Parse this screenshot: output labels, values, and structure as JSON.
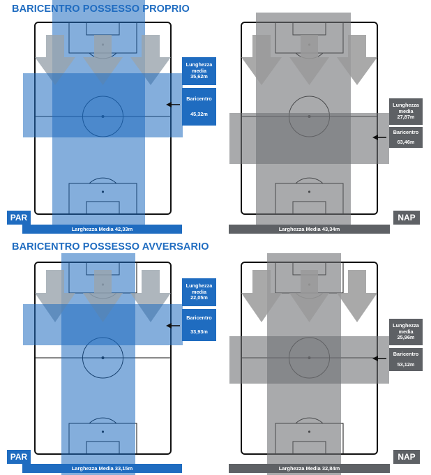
{
  "colors": {
    "par_accent": "#1f6cc0",
    "par_band": "#1f6cc0",
    "nap_accent": "#5e6165",
    "nap_band": "#6f7275",
    "arrow_par": "#8c9ea8",
    "arrow_nap": "#9a9a9a"
  },
  "sections": [
    {
      "title": "BARICENTRO POSSESSO PROPRIO",
      "teams": [
        {
          "badge": "PAR",
          "length_label": "Lunghezza media",
          "length_value": "35,62m",
          "centroid_label": "Baricentro",
          "centroid_value": "45,32m",
          "width_text": "Larghezza Media 42,33m",
          "length_m": 35.62,
          "centroid_m": 45.32,
          "width_m": 42.33
        },
        {
          "badge": "NAP",
          "length_label": "Lunghezza media",
          "length_value": "27,87m",
          "centroid_label": "Baricentro",
          "centroid_value": "63,46m",
          "width_text": "Larghezza Media 43,34m",
          "length_m": 27.87,
          "centroid_m": 63.46,
          "width_m": 43.34
        }
      ]
    },
    {
      "title": "BARICENTRO POSSESSO AVVERSARIO",
      "teams": [
        {
          "badge": "PAR",
          "length_label": "Lunghezza media",
          "length_value": "22,05m",
          "centroid_label": "Baricentro",
          "centroid_value": "33,93m",
          "width_text": "Larghezza Media 33,15m",
          "length_m": 22.05,
          "centroid_m": 33.93,
          "width_m": 33.15
        },
        {
          "badge": "NAP",
          "length_label": "Lunghezza media",
          "length_value": "25,96m",
          "centroid_label": "Baricentro",
          "centroid_value": "53,12m",
          "width_text": "Larghezza Media 32,84m",
          "length_m": 25.96,
          "centroid_m": 53.12,
          "width_m": 32.84
        }
      ]
    }
  ]
}
